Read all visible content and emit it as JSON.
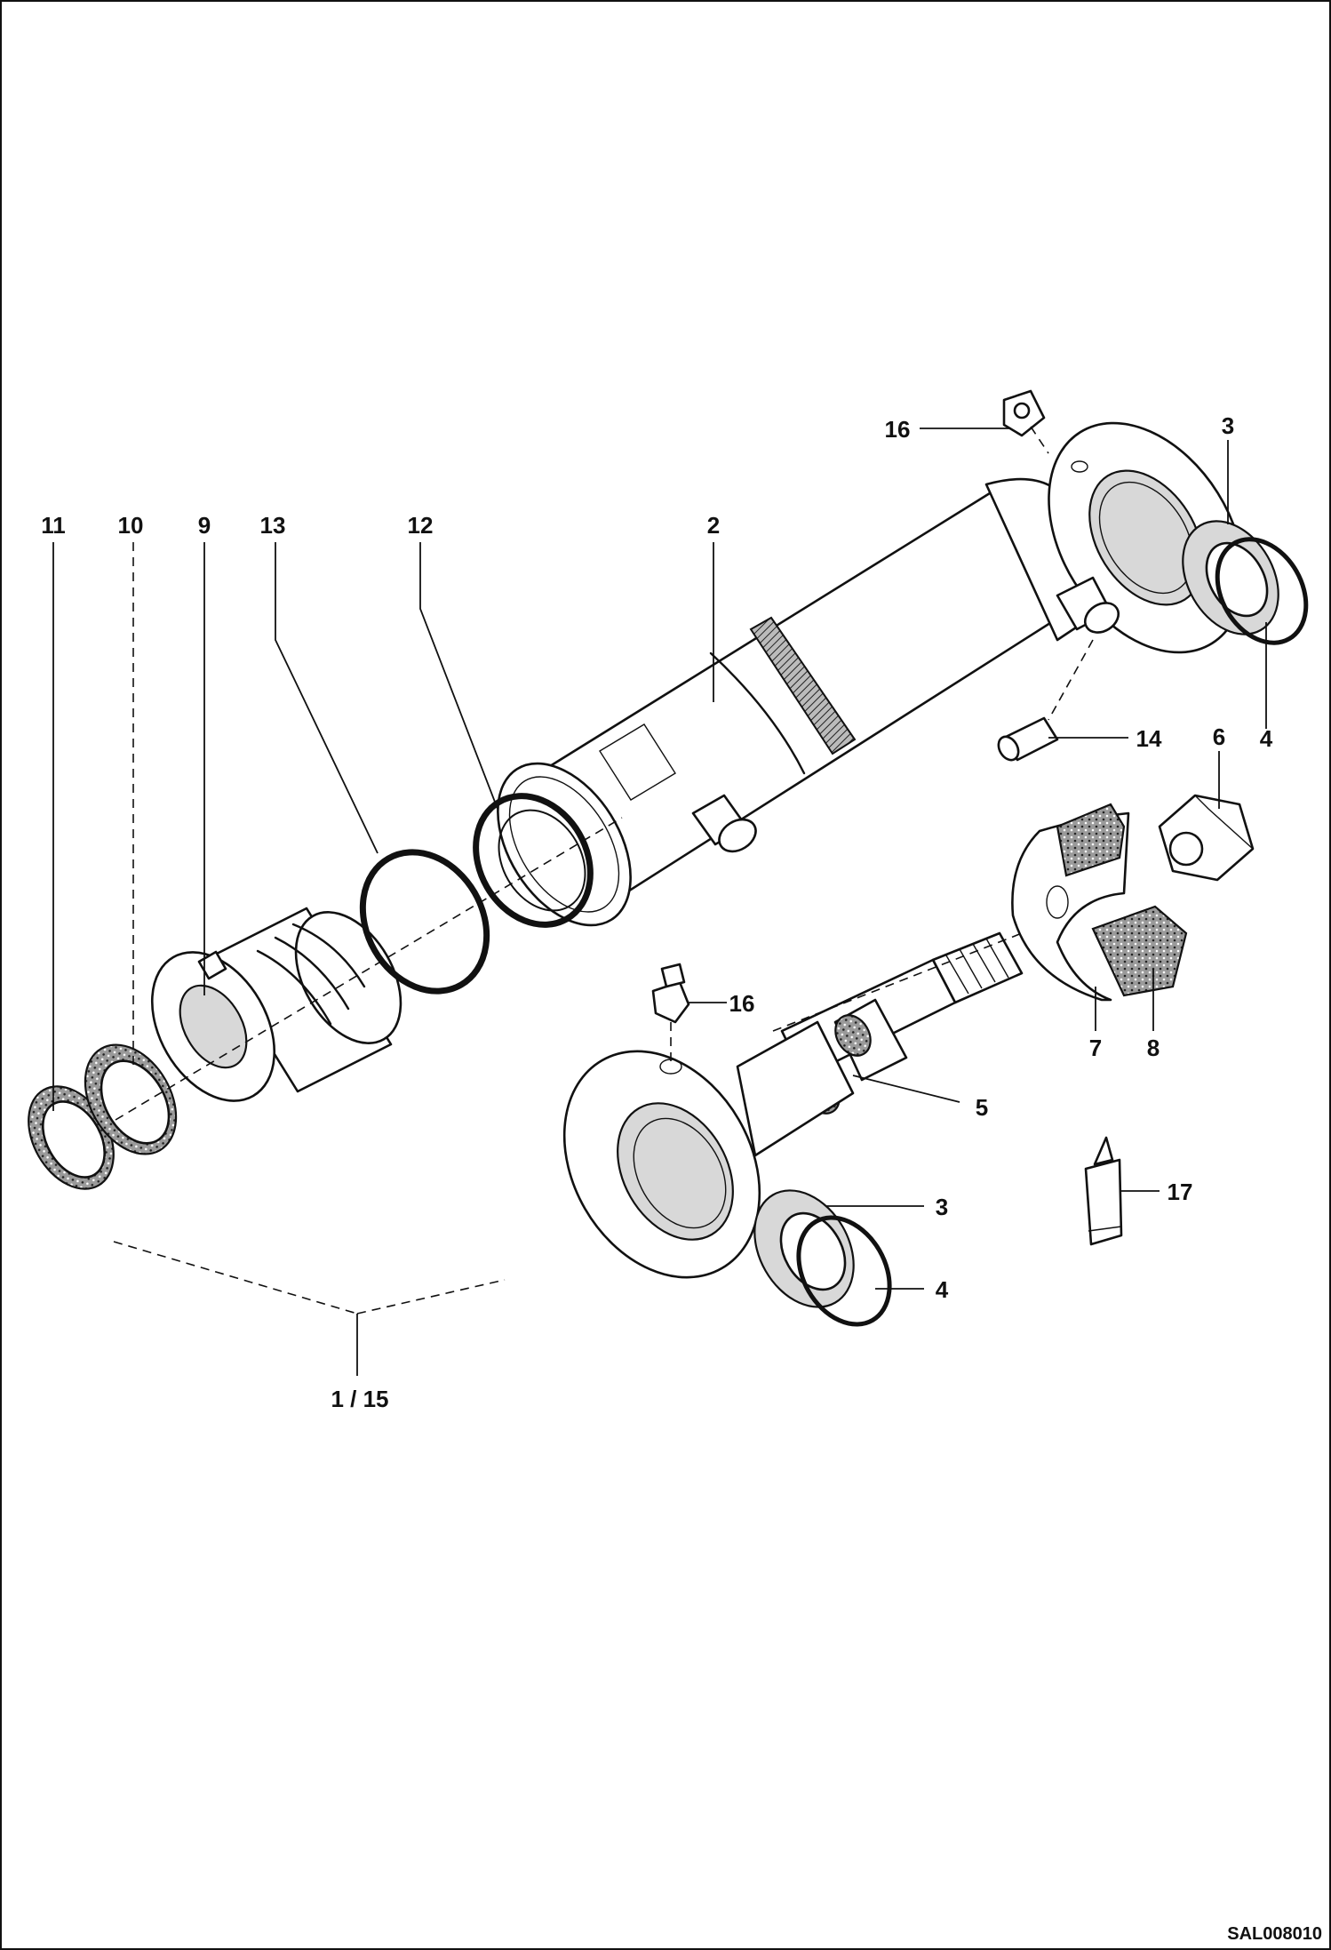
{
  "callouts": {
    "c2": "2",
    "c3a": "3",
    "c3b": "3",
    "c4a": "4",
    "c4b": "4",
    "c5": "5",
    "c6": "6",
    "c7": "7",
    "c8": "8",
    "c9": "9",
    "c10": "10",
    "c11": "11",
    "c12": "12",
    "c13": "13",
    "c14": "14",
    "c16a": "16",
    "c16b": "16",
    "c17": "17",
    "assembly": "1 / 15"
  },
  "drawing_code": "SAL008010"
}
